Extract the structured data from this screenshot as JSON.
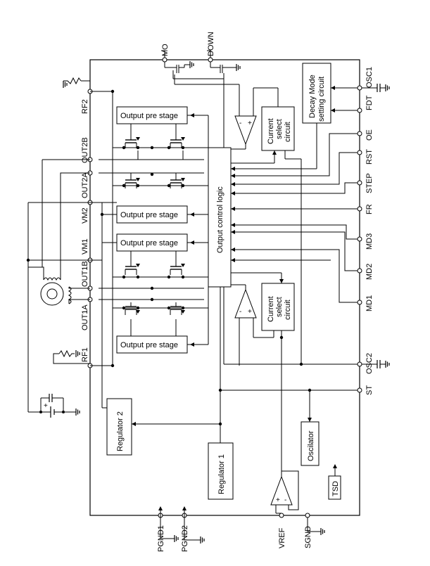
{
  "pins": {
    "mo": "MO",
    "down": "DOWN",
    "osc1": "OSC1",
    "fdt": "FDT",
    "oe": "OE",
    "rst": "RST",
    "step": "STEP",
    "fr": "FR",
    "md3": "MD3",
    "md2": "MD2",
    "md1": "MD1",
    "osc2": "OSC2",
    "st": "ST",
    "rf2": "RF2",
    "out2b": "OUT2B",
    "out2a": "OUT2A",
    "vm2": "VM2",
    "vm1": "VM1",
    "out1b": "OUT1B",
    "out1a": "OUT1A",
    "rf1": "RF1",
    "pgnd1": "PGND1",
    "pgnd2": "PGND2",
    "vref": "VREF",
    "sgnd": "SGND"
  },
  "blocks": {
    "output_pre_stage": "Output pre stage",
    "output_control_logic": "Output control logic",
    "current_select_line1": "Current",
    "current_select_line2": "select",
    "current_select_line3": "circuit",
    "decay_line1": "Decay Mode",
    "decay_line2": "setting circuit",
    "regulator2": "Regulator 2",
    "regulator1": "Regulator 1",
    "oscillator": "Oscilator",
    "tsd": "TSD"
  },
  "comparator_signs": {
    "minus": "-",
    "plus": "+"
  },
  "battery_signs": {
    "plus": "+"
  }
}
